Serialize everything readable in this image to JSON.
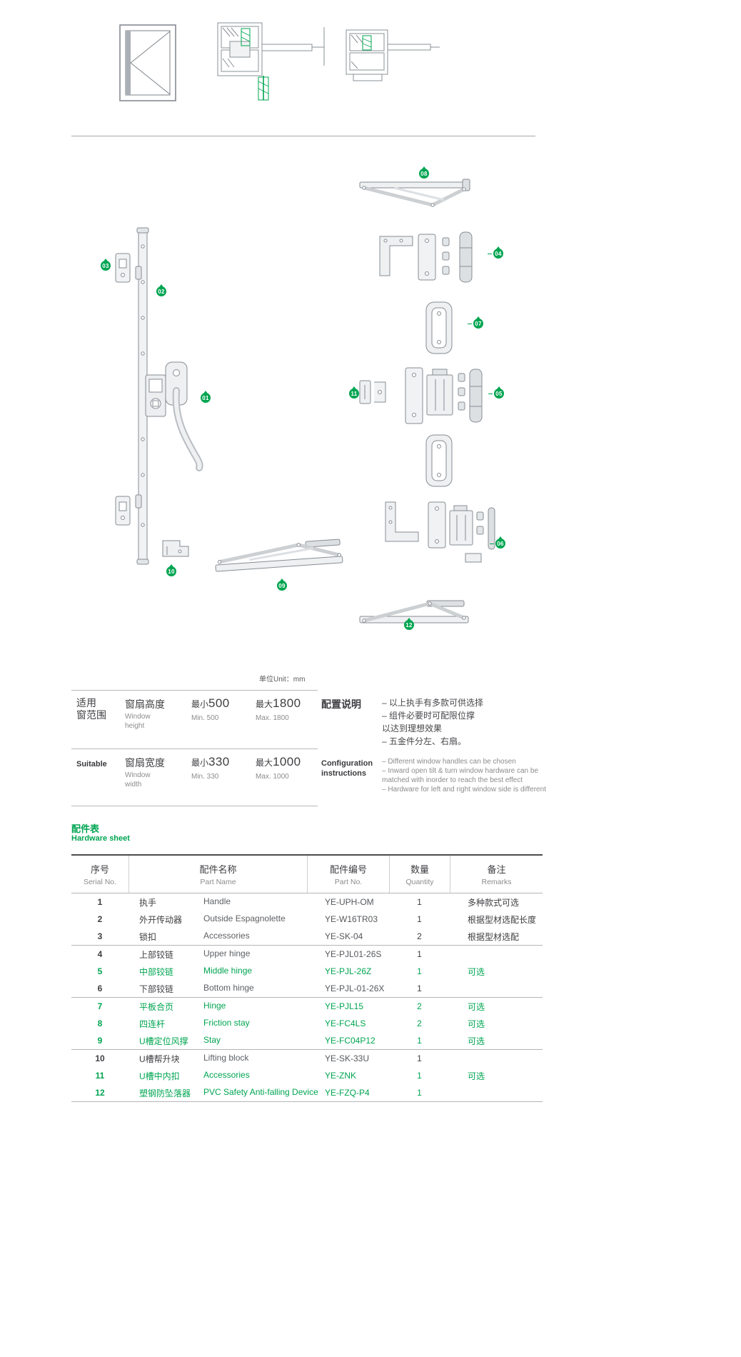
{
  "accent": "#00a551",
  "unit_label": "单位Unit：mm",
  "callouts": {
    "c01": "01",
    "c02": "02",
    "c03": "03",
    "c04": "04",
    "c05": "05",
    "c06": "06",
    "c07": "07",
    "c08": "08",
    "c09": "09",
    "c10": "10",
    "c11": "11",
    "c12": "12"
  },
  "spec": {
    "scope_zh": "适用\n窗范围",
    "scope_en": "Suitable",
    "rows": [
      {
        "name_zh": "窗扇高度",
        "name_en": "Window\nheight",
        "min_label": "最小",
        "min_value": "500",
        "min_sub": "Min. 500",
        "max_label": "最大",
        "max_value": "1800",
        "max_sub": "Max. 1800"
      },
      {
        "name_zh": "窗扇宽度",
        "name_en": "Window\nwidth",
        "min_label": "最小",
        "min_value": "330",
        "min_sub": "Min. 330",
        "max_label": "最大",
        "max_value": "1000",
        "max_sub": "Max. 1000"
      }
    ],
    "config_title_zh": "配置说明",
    "config_title_en": "Configuration\ninstructions",
    "config_zh": "– 以上执手有多款可供选择\n– 组件必要时可配限位撑\n    以达到理想效果\n– 五金件分左、右扇。",
    "config_en": "– Different window handles can be chosen\n– Inward open tilt & turn window hardware can be\n    matched with inorder to reach the best effect\n– Hardware for left and right window side is different"
  },
  "hardware_sheet": {
    "title_zh": "配件表",
    "title_en": "Hardware sheet",
    "headers": {
      "serial_zh": "序号",
      "serial_en": "Serial No.",
      "name_zh": "配件名称",
      "name_en": "Part Name",
      "no_zh": "配件编号",
      "no_en": "Part No.",
      "qty_zh": "数量",
      "qty_en": "Quantity",
      "remarks_zh": "备注",
      "remarks_en": "Remarks"
    },
    "rows": [
      {
        "serial": "1",
        "name_zh": "执手",
        "name_en": "Handle",
        "part_no": "YE-UPH-OM",
        "qty": "1",
        "remarks": "多种款式可选"
      },
      {
        "serial": "2",
        "name_zh": "外开传动器",
        "name_en": "Outside Espagnolette",
        "part_no": "YE-W16TR03",
        "qty": "1",
        "remarks": "根据型材选配长度"
      },
      {
        "serial": "3",
        "name_zh": "锁扣",
        "name_en": "Accessories",
        "part_no": "YE-SK-04",
        "qty": "2",
        "remarks": "根据型材选配"
      },
      {
        "serial": "4",
        "name_zh": "上部铰链",
        "name_en": "Upper hinge",
        "part_no": "YE-PJL01-26S",
        "qty": "1",
        "remarks": ""
      },
      {
        "serial": "5",
        "name_zh": "中部铰链",
        "name_en": "Middle hinge",
        "part_no": "YE-PJL-26Z",
        "qty": "1",
        "remarks": "可选"
      },
      {
        "serial": "6",
        "name_zh": "下部铰链",
        "name_en": "Bottom hinge",
        "part_no": "YE-PJL-01-26X",
        "qty": "1",
        "remarks": ""
      },
      {
        "serial": "7",
        "name_zh": "平板合页",
        "name_en": "Hinge",
        "part_no": "YE-PJL15",
        "qty": "2",
        "remarks": "可选"
      },
      {
        "serial": "8",
        "name_zh": "四连杆",
        "name_en": "Friction stay",
        "part_no": "YE-FC4LS",
        "qty": "2",
        "remarks": "可选"
      },
      {
        "serial": "9",
        "name_zh": "U槽定位风撑",
        "name_en": "Stay",
        "part_no": "YE-FC04P12",
        "qty": "1",
        "remarks": "可选"
      },
      {
        "serial": "10",
        "name_zh": "U槽帮升块",
        "name_en": "Lifting block",
        "part_no": "YE-SK-33U",
        "qty": "1",
        "remarks": ""
      },
      {
        "serial": "11",
        "name_zh": "U槽中内扣",
        "name_en": "Accessories",
        "part_no": "YE-ZNK",
        "qty": "1",
        "remarks": "可选"
      },
      {
        "serial": "12",
        "name_zh": "塑钢防坠落器",
        "name_en": "PVC Safety Anti-falling Device",
        "part_no": "YE-FZQ-P4",
        "qty": "1",
        "remarks": ""
      }
    ]
  }
}
